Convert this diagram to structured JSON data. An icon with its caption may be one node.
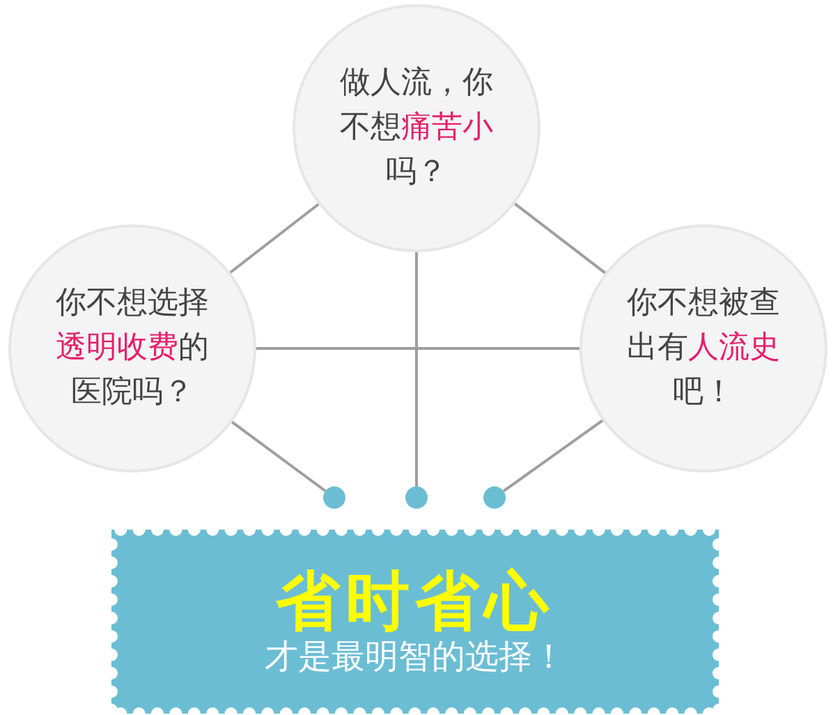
{
  "diagram": {
    "nodes": [
      {
        "text": [
          "做人流，你不想**痛苦小**吗？"
        ]
      },
      {
        "text": [
          "你不想选择**透明收费**的医院吗？"
        ]
      },
      {
        "text": [
          "你不想被查出有**人流史**吧！"
        ]
      },
      {
        "text": [],
        "shape": "circle"
      },
      {
        "text": [],
        "shape": "circle"
      },
      {
        "text": [],
        "shape": "circle"
      },
      {
        "text": [
          "省时省心",
          "才是最明智的选择！"
        ]
      }
    ],
    "edges": [
      {
        "from": 0,
        "to": 1,
        "arrow": "none"
      },
      {
        "from": 0,
        "to": 2,
        "arrow": "none"
      },
      {
        "from": 0,
        "to": 4,
        "arrow": "none"
      },
      {
        "from": 1,
        "to": 2,
        "arrow": "none"
      },
      {
        "from": 1,
        "to": 3,
        "arrow": "none"
      },
      {
        "from": 2,
        "to": 5,
        "arrow": "none"
      }
    ]
  }
}
